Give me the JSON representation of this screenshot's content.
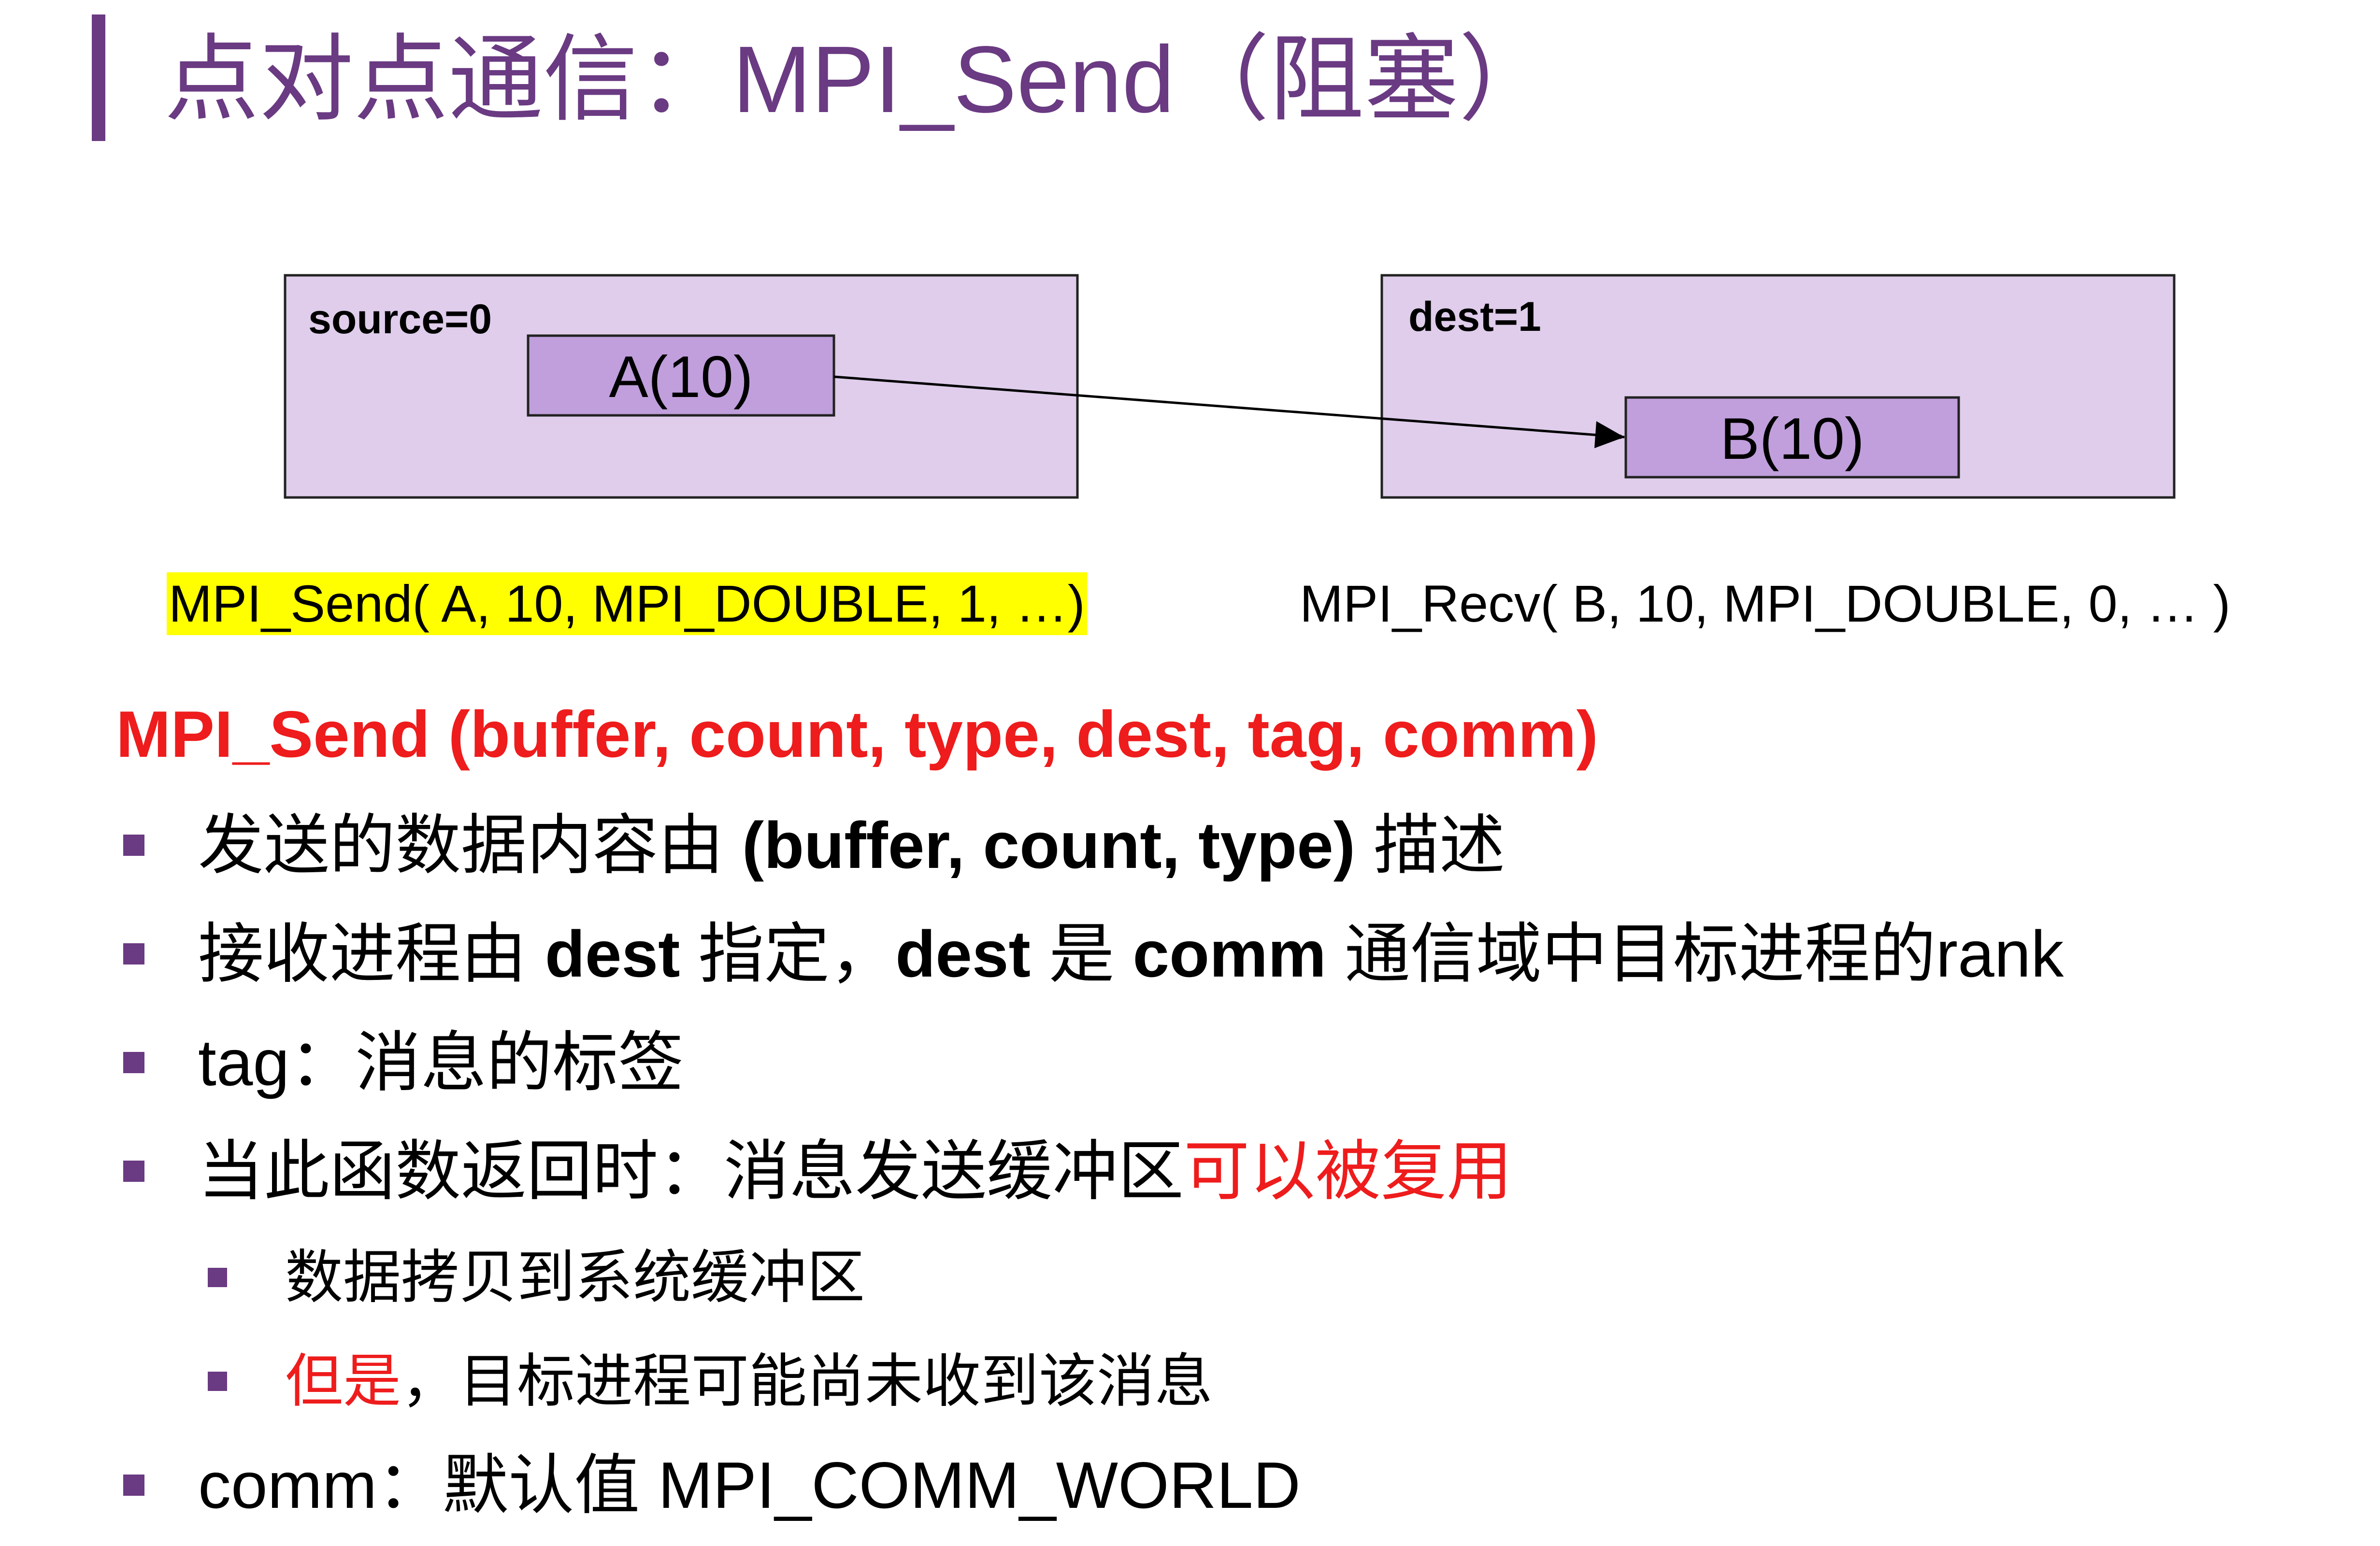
{
  "title": "点对点通信：MPI_Send（阻塞）",
  "diagram": {
    "source_label": "source=0",
    "dest_label": "dest=1",
    "send_buffer": "A(10)",
    "recv_buffer": "B(10)",
    "box_fill": "#dfcdeb",
    "buffer_fill": "#c09fdc"
  },
  "calls": {
    "send": "MPI_Send( A, 10, MPI_DOUBLE, 1, …)",
    "recv": "MPI_Recv( B, 10, MPI_DOUBLE, 0, … )"
  },
  "signature": "MPI_Send (buffer, count, type, dest, tag, comm)",
  "bullets": {
    "b1": {
      "pre": "发送的数据内容由 ",
      "bold": "(buffer, count, type)",
      "post": " 描述"
    },
    "b2": {
      "pre": "接收进程由 ",
      "bold1": "dest",
      "mid1": " 指定，",
      "bold2": "dest",
      "mid2": " 是 ",
      "bold3": "comm",
      "post": " 通信域中目标进程的rank"
    },
    "b3": "tag：消息的标签",
    "b4": {
      "pre": "当此函数返回时：消息发送缓冲区",
      "red": "可以被复用"
    },
    "b4_sub1": "数据拷贝到系统缓冲区",
    "b4_sub2": {
      "red": "但是",
      "post": "，目标进程可能尚未收到该消息"
    },
    "b5": "comm：默认值 MPI_COMM_WORLD"
  },
  "colors": {
    "accent": "#6a3a82",
    "emphasis": "#ee1c1c",
    "highlight": "#ffff00"
  }
}
